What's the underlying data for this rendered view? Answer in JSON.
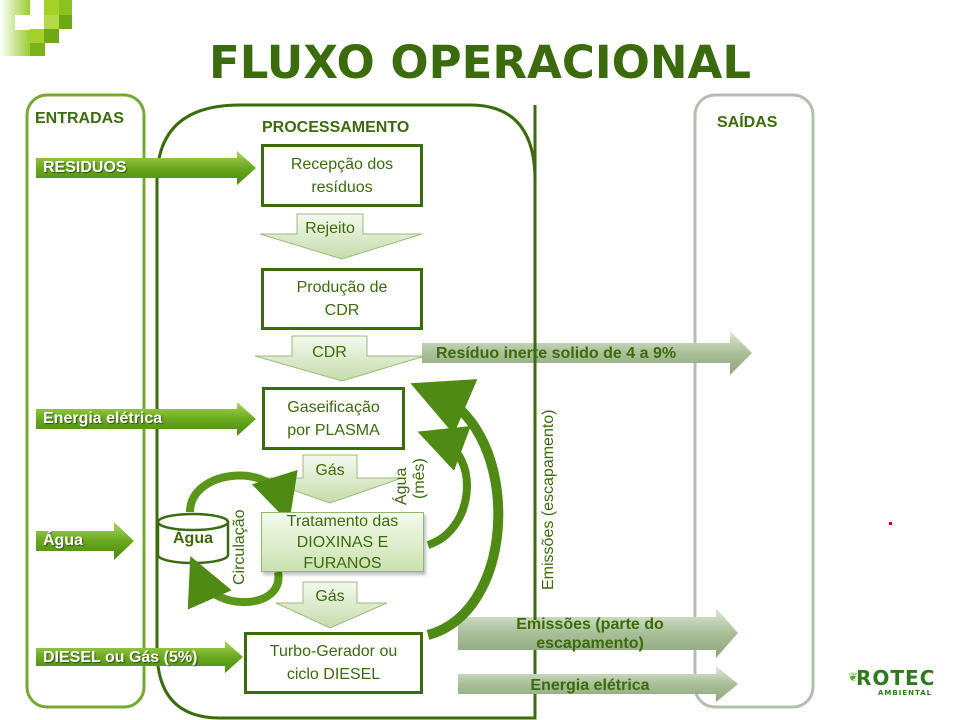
{
  "title": "FLUXO OPERACIONAL",
  "colors": {
    "dark_green": "#3b6b0c",
    "light_green": "#7ab317",
    "gray_green_border": "#b4beb0"
  },
  "panels": {
    "entradas": "ENTRADAS",
    "processamento": "PROCESSAMENTO",
    "saidas": "SAÍDAS"
  },
  "inputs": [
    {
      "label": "RESIDUOS"
    },
    {
      "label": "Energia elétrica"
    },
    {
      "label": "Água"
    },
    {
      "label": "DIESEL ou Gás (5%)"
    }
  ],
  "process": {
    "recepcao": "Recepção dos resíduos",
    "recepcao_l1": "Recepção dos",
    "recepcao_l2": "resíduos",
    "rejeito": "Rejeito",
    "producao_l1": "Produção de",
    "producao_l2": "CDR",
    "cdr": "CDR",
    "gaseificacao_l1": "Gaseificação",
    "gaseificacao_l2": "por PLASMA",
    "gas1": "Gás",
    "tratamento_l1": "Tratamento das",
    "tratamento_l2": "DIOXINAS E",
    "tratamento_l3": "FURANOS",
    "gas2": "Gás",
    "turbo_l1": "Turbo-Gerador ou",
    "turbo_l2": "ciclo DIESEL",
    "agua_tank": "Água",
    "circulacao": "Circulação",
    "agua_mes_l1": "Água",
    "agua_mes_l2": "(mês)",
    "emissoes_escapamento": "Emissões (escapamento)"
  },
  "outputs": [
    {
      "label": "Resíduo inerte  solido  de 4 a 9%"
    },
    {
      "label_l1": "Emissões (parte do",
      "label_l2": "escapamento)"
    },
    {
      "label": "Energia elétrica"
    }
  ],
  "logo": {
    "name": "ROTEC",
    "sub": "AMBIENTAL"
  }
}
